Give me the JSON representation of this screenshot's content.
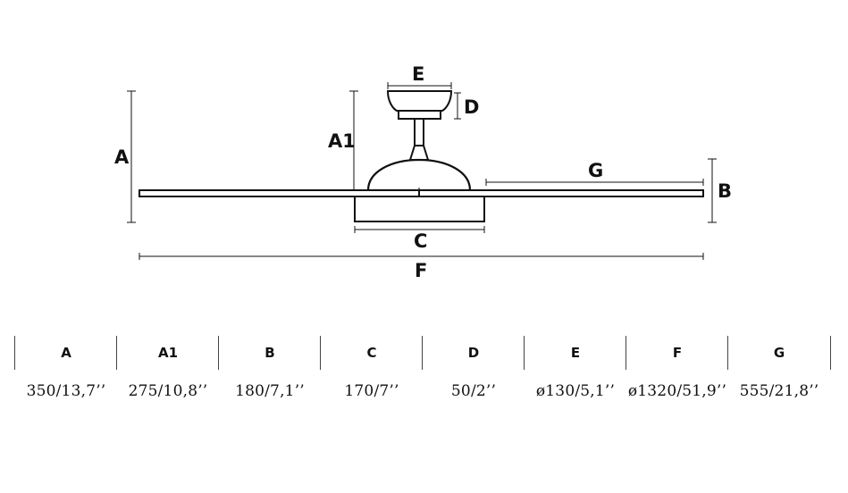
{
  "diagram": {
    "labels": {
      "A": "A",
      "A1": "A1",
      "B": "B",
      "C": "C",
      "D": "D",
      "E": "E",
      "F": "F",
      "G": "G"
    }
  },
  "table": {
    "columns": [
      {
        "header": "A",
        "value": "350/13,7’’"
      },
      {
        "header": "A1",
        "value": "275/10,8’’"
      },
      {
        "header": "B",
        "value": "180/7,1’’"
      },
      {
        "header": "C",
        "value": "170/7’’"
      },
      {
        "header": "D",
        "value": "50/2’’"
      },
      {
        "header": "E",
        "value": "ø130/5,1’’"
      },
      {
        "header": "F",
        "value": "ø1320/51,9’’"
      },
      {
        "header": "G",
        "value": "555/21,8’’"
      }
    ]
  }
}
